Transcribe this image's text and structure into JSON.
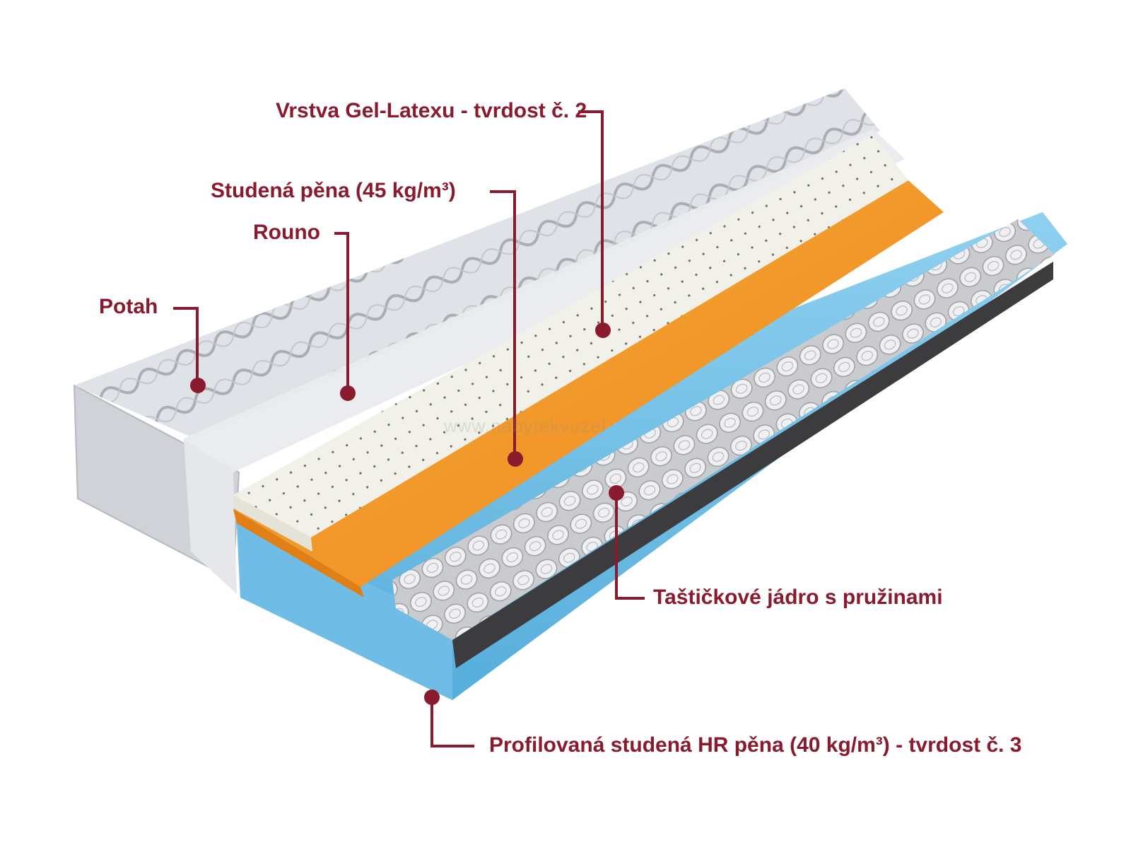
{
  "labels": {
    "gel_latex": "Vrstva Gel-Latexu - tvrdost č. 2",
    "cold_foam": "Studená pěna (45 kg/m³)",
    "fleece": "Rouno",
    "cover": "Potah",
    "pocket_core": "Taštičkové jádro s pružinami",
    "hr_foam": "Profilovaná studená HR pěna (40 kg/m³) - tvrdost č. 3"
  },
  "watermark": "www.nabytekvuzel",
  "colors": {
    "accent": "#8a1a2e",
    "cover": "#d9dce0",
    "latex": "#efefe6",
    "orange_foam": "#f59a2d",
    "blue_foam": "#7cc4e8",
    "springs": "#e8e8ea",
    "felt": "#3a3a3a"
  }
}
